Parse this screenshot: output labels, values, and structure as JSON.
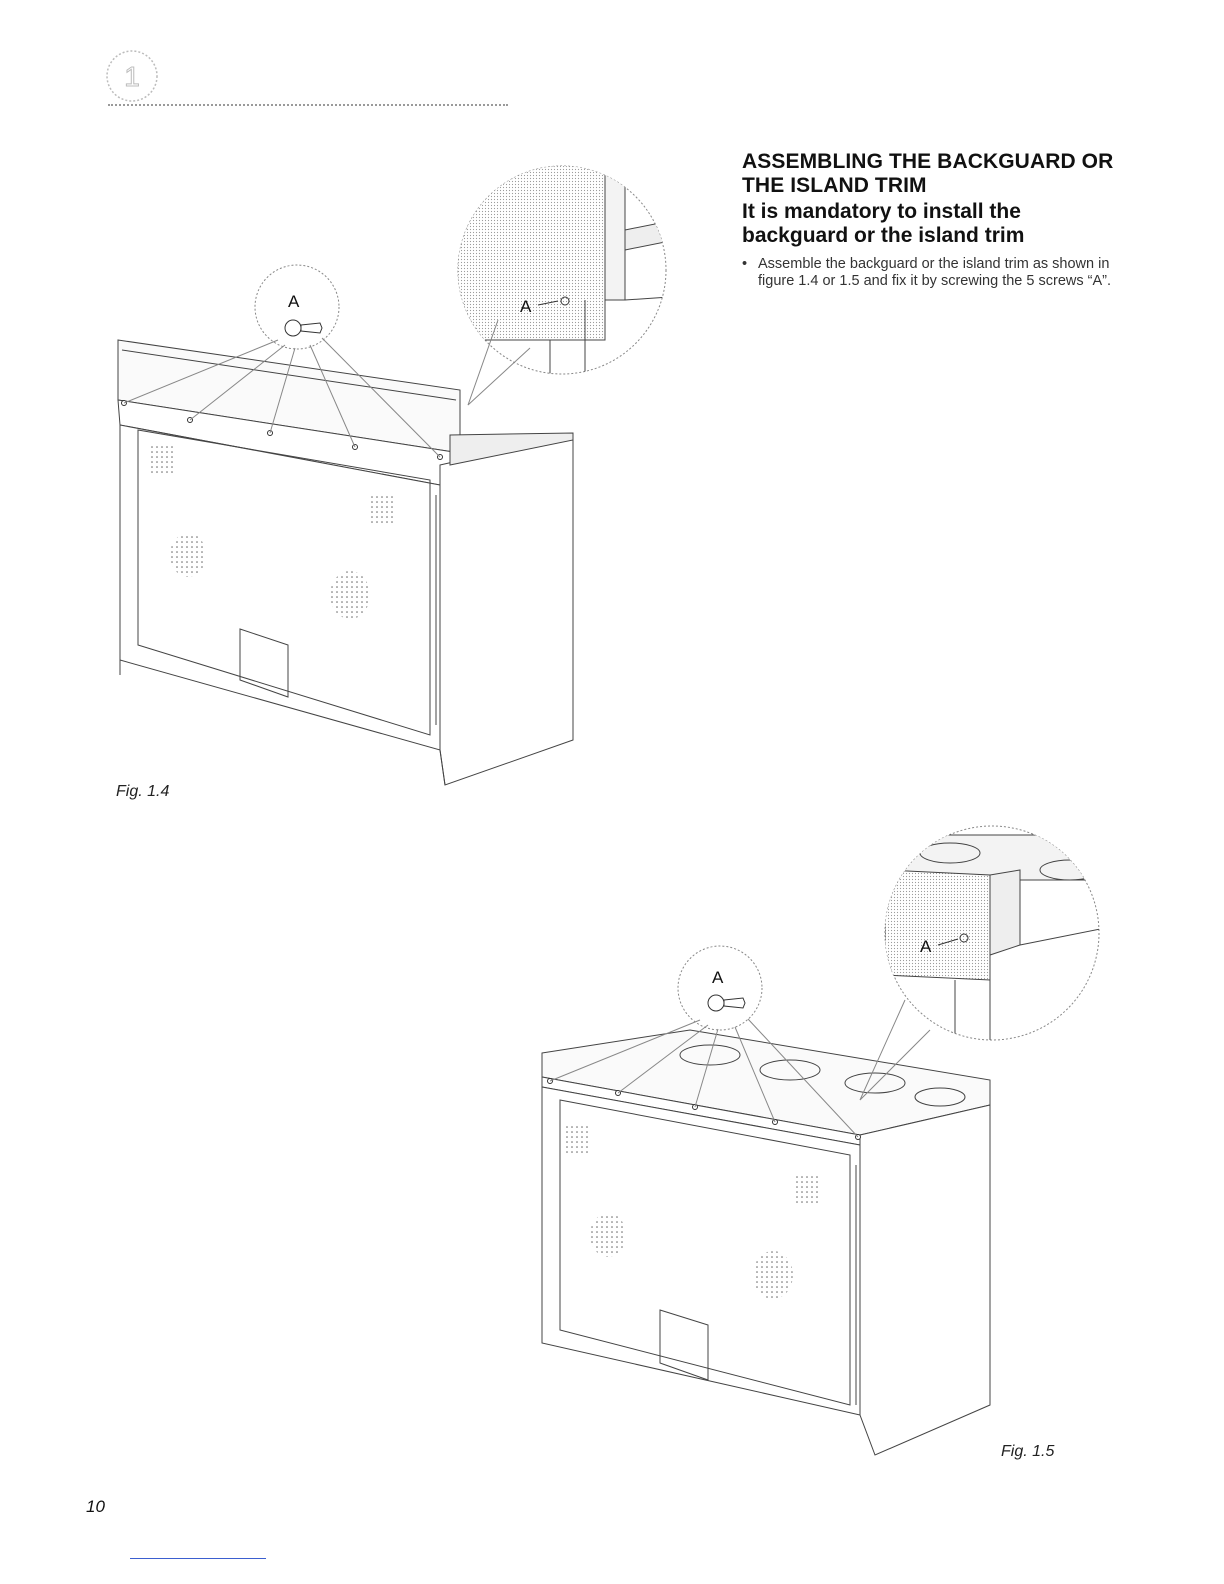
{
  "heading": "ASSEMBLING THE BACKGUARD OR THE ISLAND TRIM",
  "subheading": "It is mandatory to install the backguard or the island trim",
  "instructions": [
    "Assemble the backguard or the island trim as shown in figure 1.4 or 1.5 and fix it by screwing the 5 screws “A”."
  ],
  "chapter_number": "1",
  "figures": [
    {
      "caption": "Fig. 1.4",
      "callout_label": "A",
      "detail_label": "A"
    },
    {
      "caption": "Fig. 1.5",
      "callout_label": "A",
      "detail_label": "A"
    }
  ],
  "page_number": "10"
}
